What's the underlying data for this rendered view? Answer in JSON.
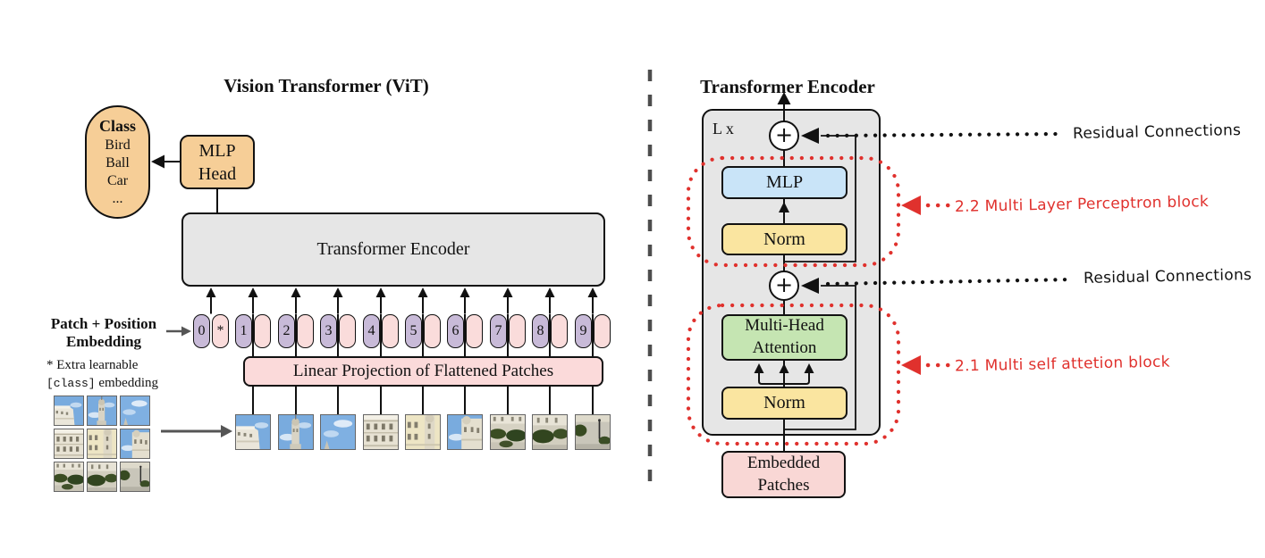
{
  "left": {
    "title": "Vision Transformer (ViT)",
    "class_pill": {
      "heading": "Class",
      "items": [
        "Bird",
        "Ball",
        "Car",
        "..."
      ]
    },
    "mlp_head": {
      "line1": "MLP",
      "line2": "Head"
    },
    "encoder_label": "Transformer Encoder",
    "embedding_label": {
      "line1": "Patch + Position",
      "line2": "Embedding"
    },
    "embedding_note": {
      "line1": "* Extra learnable",
      "code": "[class]",
      "rest": " embedding"
    },
    "projection_label": "Linear Projection of Flattened Patches",
    "tokens": [
      {
        "num": "0",
        "mark": "*"
      },
      {
        "num": "1",
        "mark": ""
      },
      {
        "num": "2",
        "mark": ""
      },
      {
        "num": "3",
        "mark": ""
      },
      {
        "num": "4",
        "mark": ""
      },
      {
        "num": "5",
        "mark": ""
      },
      {
        "num": "6",
        "mark": ""
      },
      {
        "num": "7",
        "mark": ""
      },
      {
        "num": "8",
        "mark": ""
      },
      {
        "num": "9",
        "mark": ""
      }
    ],
    "patch_types": [
      "building-corner",
      "tower-sky",
      "sky",
      "facade",
      "facade-tower",
      "tower-right-sky",
      "hedges",
      "hedges-2",
      "walkway"
    ]
  },
  "right": {
    "title": "Transformer Encoder",
    "loop_label": "L x",
    "plus_top": "+",
    "plus_bottom": "+",
    "mlp_label": "MLP",
    "norm_top_label": "Norm",
    "mha_label": {
      "line1": "Multi-Head",
      "line2": "Attention"
    },
    "norm_bottom_label": "Norm",
    "embedded_label": {
      "line1": "Embedded",
      "line2": "Patches"
    }
  },
  "annotations": {
    "residual_top": "Residual Connections",
    "residual_bottom": "Residual Connections",
    "mlp_block": "2.2 Multi Layer Perceptron block",
    "attention_block": "2.1 Multi self attetion block"
  },
  "colors": {
    "orange": "#F6CE97",
    "gray": "#E6E6E6",
    "purple": "#C8BAD8",
    "pink": "#FADCDB",
    "projection_pink": "#FBDADA",
    "embedded_pink": "#F9D7D5",
    "blue": "#C9E4F8",
    "yellow": "#FAE5A0",
    "green": "#C5E5B2",
    "red": "#E0312D",
    "line": "#111111"
  }
}
